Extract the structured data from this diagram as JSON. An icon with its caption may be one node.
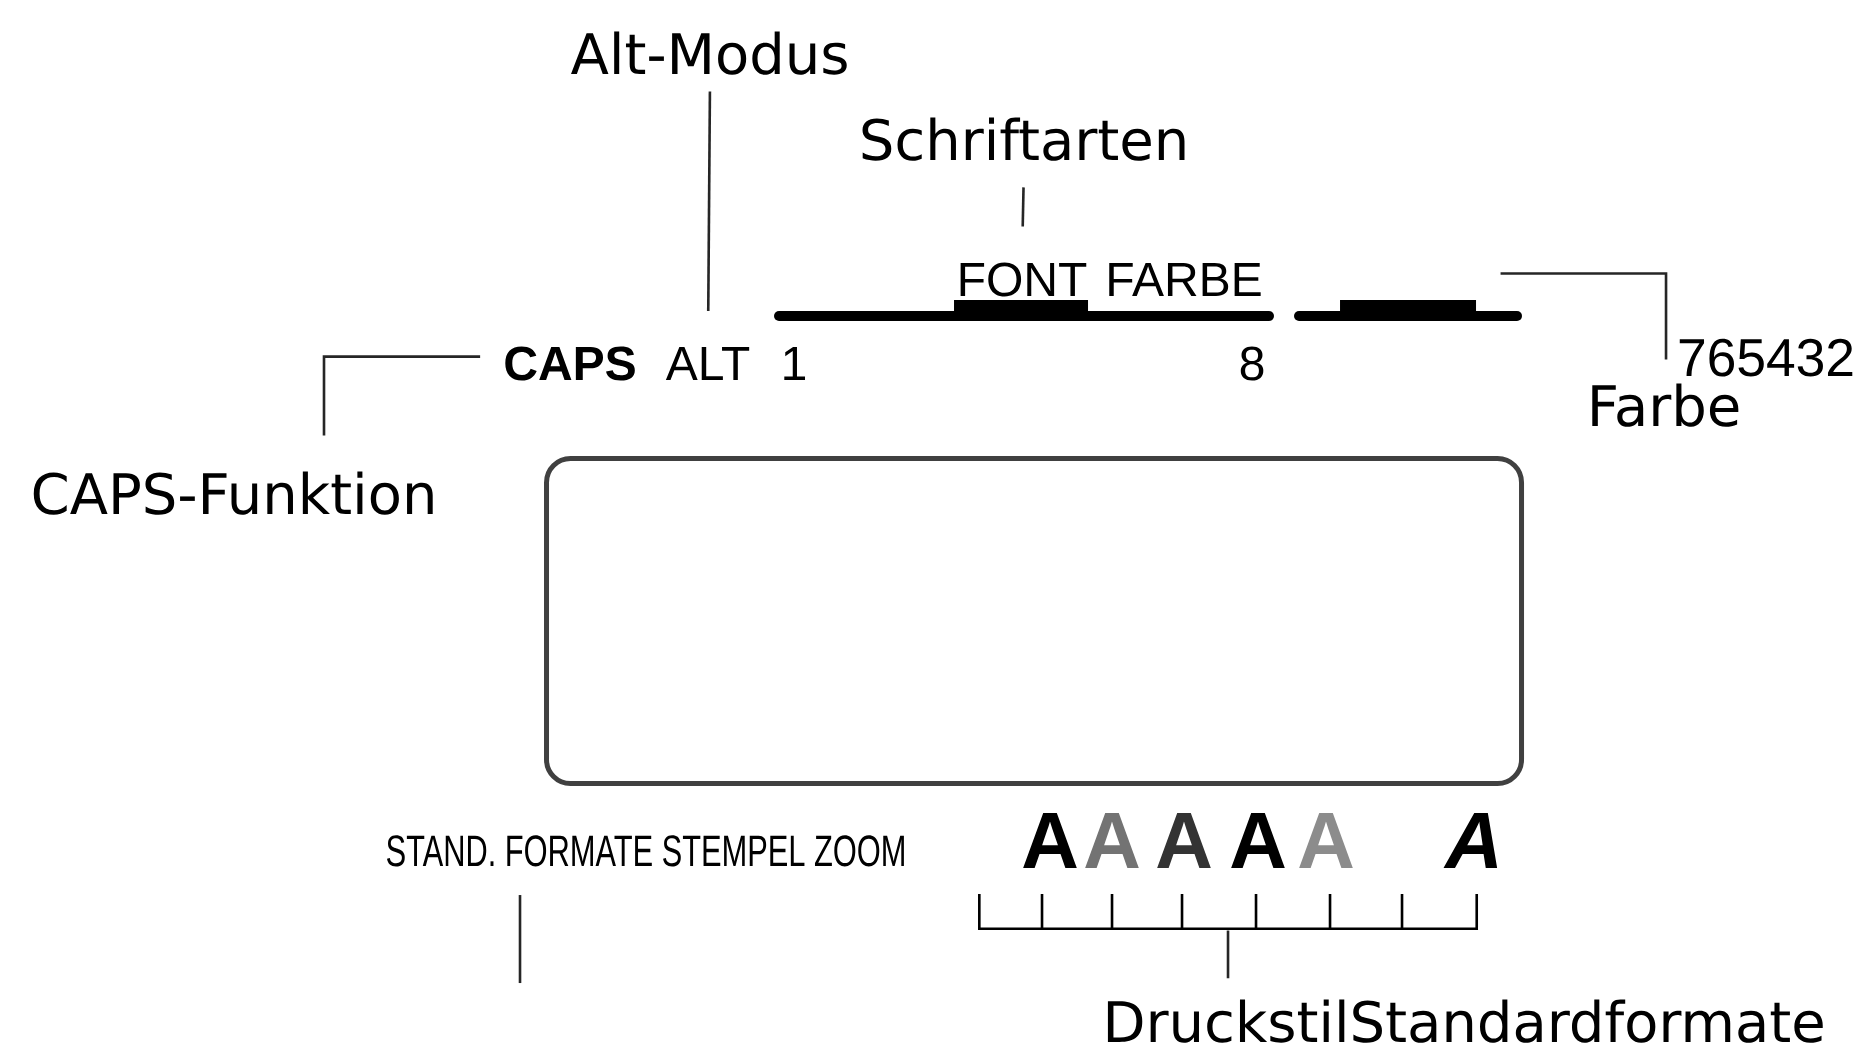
{
  "diagram": {
    "nodes": [
      {
        "text": [
          "Alt-Modus"
        ]
      },
      {
        "text": [
          "Schriftarten"
        ]
      },
      {
        "text": [
          "FONT"
        ]
      },
      {
        "text": [],
        "shape": "bar"
      },
      {
        "text": [],
        "shape": "bar"
      },
      {
        "text": [
          "CAPS"
        ]
      },
      {
        "text": [
          "ALT"
        ]
      },
      {
        "text": [
          "Farbe"
        ]
      },
      {
        "text": [
          "CAPS-Funktion"
        ]
      },
      {
        "text": [],
        "shape": "box"
      },
      {
        "text": [
          "STAND. FORMATE STEMPEL ZOOM"
        ]
      },
      {
        "text": [],
        "shape": "bracket"
      },
      {
        "text": [
          "DruckstilStandardformate"
        ]
      }
    ],
    "edges": [
      {
        "from": 0,
        "to": 6,
        "arrow": "none"
      },
      {
        "from": 1,
        "to": 2,
        "arrow": "none"
      },
      {
        "from": 7,
        "to": 4,
        "arrow": "none"
      },
      {
        "from": 8,
        "to": 5,
        "arrow": "none"
      },
      {
        "from": 10,
        "to": null,
        "arrow": "none"
      },
      {
        "from": 12,
        "to": 11,
        "arrow": "none"
      }
    ],
    "labels": [
      "FARBE",
      "1",
      "8",
      "765432",
      "A",
      "A",
      "A",
      "A",
      "A",
      "A"
    ]
  }
}
